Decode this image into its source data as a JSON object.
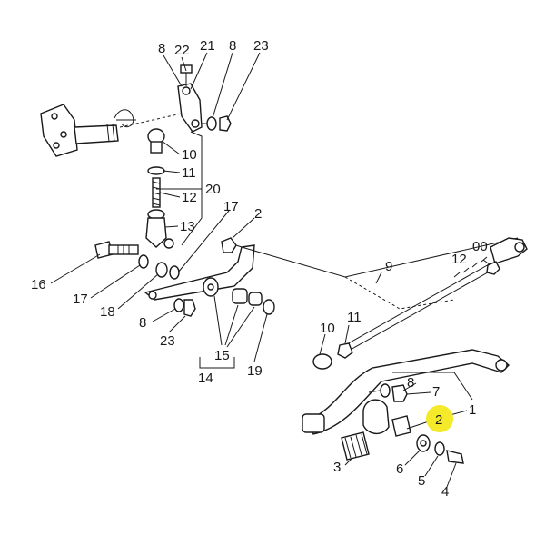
{
  "diagram": {
    "highlight_color": "#f5ea2a",
    "callouts": {
      "c8a": "8",
      "c22": "22",
      "c21": "21",
      "c8b": "8",
      "c23a": "23",
      "c10a": "10",
      "c11a": "11",
      "c12a": "12",
      "c20": "20",
      "c13": "13",
      "c17a": "17",
      "c2a": "2",
      "c16": "16",
      "c17b": "17",
      "c18": "18",
      "c8c": "8",
      "c23b": "23",
      "c15": "15",
      "c14": "14",
      "c19": "19",
      "c9": "9",
      "c00": "00",
      "c12b": "12",
      "c10b": "10",
      "c11b": "11",
      "c8d": "8",
      "c7": "7",
      "c1": "1",
      "c2b": "2",
      "c3": "3",
      "c6": "6",
      "c5": "5",
      "c4": "4"
    }
  }
}
